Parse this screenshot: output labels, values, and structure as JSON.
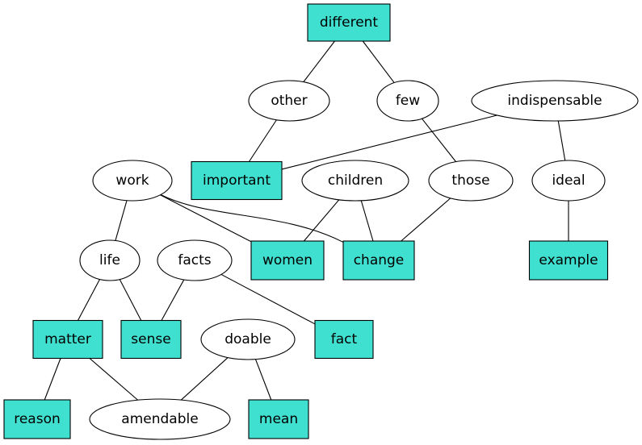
{
  "colors": {
    "box_fill": "#40e0d0",
    "oval_fill": "#ffffff",
    "stroke": "#000000"
  },
  "nodes": [
    {
      "id": "different",
      "label": "different",
      "shape": "box"
    },
    {
      "id": "other",
      "label": "other",
      "shape": "ellipse"
    },
    {
      "id": "few",
      "label": "few",
      "shape": "ellipse"
    },
    {
      "id": "indispensable",
      "label": "indispensable",
      "shape": "ellipse"
    },
    {
      "id": "work",
      "label": "work",
      "shape": "ellipse"
    },
    {
      "id": "important",
      "label": "important",
      "shape": "box"
    },
    {
      "id": "children",
      "label": "children",
      "shape": "ellipse"
    },
    {
      "id": "those",
      "label": "those",
      "shape": "ellipse"
    },
    {
      "id": "ideal",
      "label": "ideal",
      "shape": "ellipse"
    },
    {
      "id": "life",
      "label": "life",
      "shape": "ellipse"
    },
    {
      "id": "facts",
      "label": "facts",
      "shape": "ellipse"
    },
    {
      "id": "women",
      "label": "women",
      "shape": "box"
    },
    {
      "id": "change",
      "label": "change",
      "shape": "box"
    },
    {
      "id": "example",
      "label": "example",
      "shape": "box"
    },
    {
      "id": "matter",
      "label": "matter",
      "shape": "box"
    },
    {
      "id": "sense",
      "label": "sense",
      "shape": "box"
    },
    {
      "id": "doable",
      "label": "doable",
      "shape": "ellipse"
    },
    {
      "id": "fact",
      "label": "fact",
      "shape": "box"
    },
    {
      "id": "reason",
      "label": "reason",
      "shape": "box"
    },
    {
      "id": "amendable",
      "label": "amendable",
      "shape": "ellipse"
    },
    {
      "id": "mean",
      "label": "mean",
      "shape": "box"
    }
  ],
  "edges": [
    [
      "different",
      "other"
    ],
    [
      "different",
      "few"
    ],
    [
      "other",
      "important"
    ],
    [
      "indispensable",
      "important"
    ],
    [
      "indispensable",
      "ideal"
    ],
    [
      "few",
      "those"
    ],
    [
      "work",
      "life"
    ],
    [
      "work",
      "women"
    ],
    [
      "work",
      "change"
    ],
    [
      "children",
      "women"
    ],
    [
      "children",
      "change"
    ],
    [
      "those",
      "change"
    ],
    [
      "ideal",
      "example"
    ],
    [
      "life",
      "matter"
    ],
    [
      "life",
      "sense"
    ],
    [
      "facts",
      "sense"
    ],
    [
      "facts",
      "fact"
    ],
    [
      "matter",
      "reason"
    ],
    [
      "matter",
      "amendable"
    ],
    [
      "doable",
      "amendable"
    ],
    [
      "doable",
      "mean"
    ]
  ]
}
